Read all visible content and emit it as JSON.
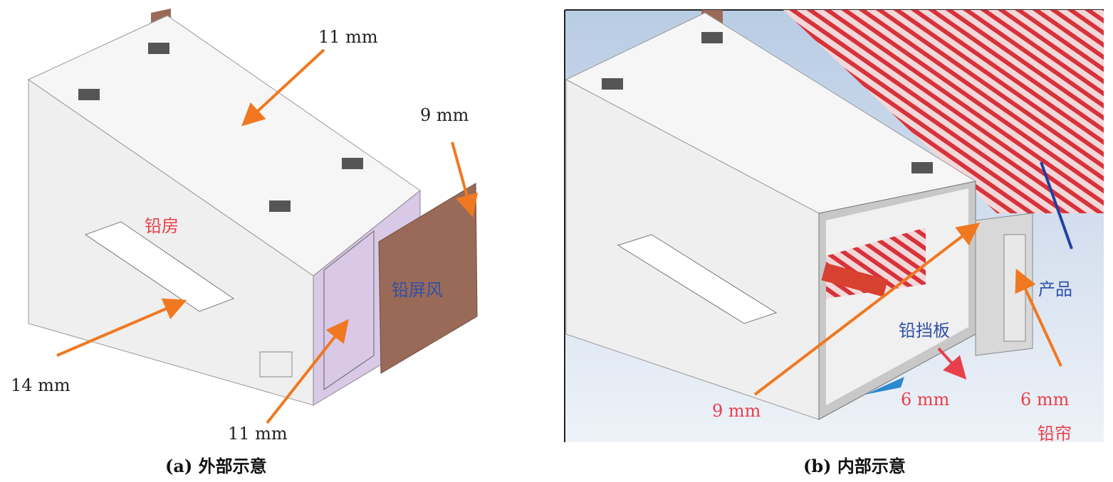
{
  "panel_a": {
    "caption": "(a) 外部示意",
    "labels": {
      "top": "11 mm",
      "screen_thk": "9 mm",
      "room": "铅房",
      "screen": "铅屏风",
      "side": "14 mm",
      "door": "11 mm"
    }
  },
  "panel_b": {
    "caption": "(b) 内部示意",
    "labels": {
      "product": "产品",
      "baffle": "铅挡板",
      "wall": "9 mm",
      "baffle_thk": "6 mm",
      "curtain_thk": "6 mm",
      "curtain": "铅帘"
    }
  },
  "colors": {
    "arrow": "#f07820",
    "box": "#f4f4f4",
    "door": "#d9c8e6",
    "screen": "#9a6a58",
    "stripe": "#d8323a"
  }
}
